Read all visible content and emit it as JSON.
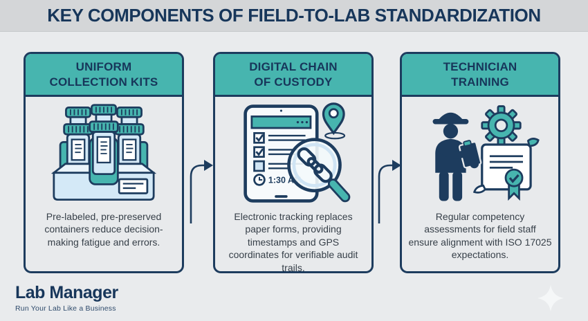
{
  "header": {
    "title": "KEY COMPONENTS OF FIELD-TO-LAB STANDARDIZATION"
  },
  "cards": [
    {
      "title_line1": "UNIFORM",
      "title_line2": "COLLECTION KITS",
      "description": "Pre-labeled, pre-preserved containers reduce decision-making fatigue and errors.",
      "icon": "sample-collection-kit-icon"
    },
    {
      "title_line1": "DIGITAL CHAIN",
      "title_line2": "OF CUSTODY",
      "description": "Electronic tracking replaces paper forms, providing timestamps and GPS coordinates for verifiable audit trails.",
      "icon": "tablet-chain-of-custody-icon",
      "timestamp": "1:30 AM"
    },
    {
      "title_line1": "TECHNICIAN",
      "title_line2": "TRAINING",
      "description": "Regular competency assessments for field staff ensure alignment with ISO 17025 expectations.",
      "icon": "technician-training-icon"
    }
  ],
  "footer": {
    "logo": "Lab Manager",
    "tagline": "Run Your Lab Like a Business"
  },
  "colors": {
    "navy": "#1d3c5e",
    "teal": "#47b5af",
    "light_blue": "#d4e9f7",
    "page_bg": "#e9ebed",
    "band_bg": "#d4d6d8",
    "body_text": "#363f48"
  }
}
